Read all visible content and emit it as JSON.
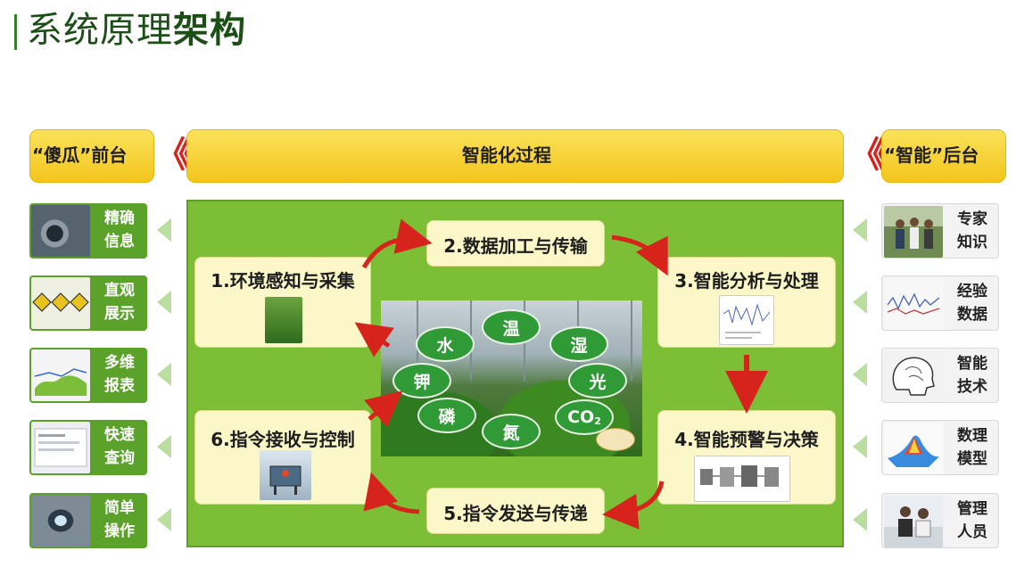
{
  "title": {
    "regular": "系统原理",
    "bold": "架构"
  },
  "header": {
    "left_label": "“傻瓜”前台",
    "center_label": "智能化过程",
    "right_label": "“智能”后台",
    "chevrons": "《"
  },
  "left_cards": [
    {
      "line1": "精确",
      "line2": "信息",
      "icon": "camera-photo-icon",
      "color": "#5a6b7a"
    },
    {
      "line1": "直观",
      "line2": "展示",
      "icon": "warning-signs-icon",
      "color": "#e8e8d8"
    },
    {
      "line1": "多维",
      "line2": "报表",
      "icon": "report-chart-icon",
      "color": "#f2f2f2"
    },
    {
      "line1": "快速",
      "line2": "查询",
      "icon": "query-window-icon",
      "color": "#e9ecef"
    },
    {
      "line1": "简单",
      "line2": "操作",
      "icon": "device-button-icon",
      "color": "#6c7a86"
    }
  ],
  "right_cards": [
    {
      "line1": "专家",
      "line2": "知识",
      "icon": "experts-photo-icon"
    },
    {
      "line1": "经验",
      "line2": "数据",
      "icon": "line-graph-icon"
    },
    {
      "line1": "智能",
      "line2": "技术",
      "icon": "brain-head-icon"
    },
    {
      "line1": "数理",
      "line2": "模型",
      "icon": "surface-model-icon"
    },
    {
      "line1": "管理",
      "line2": "人员",
      "icon": "office-staff-icon"
    }
  ],
  "steps": {
    "s1": "1.环境感知与采集",
    "s2": "2.数据加工与传输",
    "s3": "3.智能分析与处理",
    "s4": "4.智能预警与决策",
    "s5": "5.指令发送与传递",
    "s6": "6.指令接收与控制"
  },
  "factors": {
    "wen": "温",
    "shi": "湿",
    "guang": "光",
    "co2_main": "CO",
    "co2_sub": "2",
    "dan": "氮",
    "lin": "磷",
    "jia": "钾",
    "shui": "水"
  },
  "colors": {
    "green_panel": "#7cbf36",
    "yellow_bar": "#f3c51d",
    "arrow_red": "#d6241c",
    "title_green": "#1c4f15"
  }
}
